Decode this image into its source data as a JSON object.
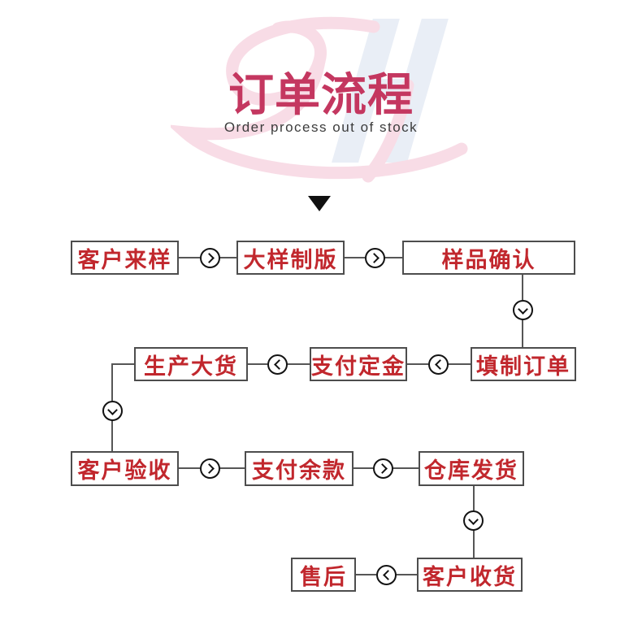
{
  "header": {
    "title": "订单流程",
    "subtitle": "Order process out of stock",
    "watermark_monogram": "LH",
    "colors": {
      "title": "#c43760",
      "subtitle": "#3c3c3c",
      "watermark_pink": "#f8dce6",
      "watermark_blue": "#e9eef6",
      "pointer": "#101010"
    }
  },
  "flow": {
    "colors": {
      "node_text": "#c1272d",
      "node_border": "#4d4d4d",
      "line": "#565656",
      "connector_ring": "#131313"
    },
    "nodes": [
      {
        "id": "customer-sample",
        "label": "客户来样"
      },
      {
        "id": "sample-plate-making",
        "label": "大样制版"
      },
      {
        "id": "sample-confirmation",
        "label": "样品确认"
      },
      {
        "id": "bulk-production",
        "label": "生产大货"
      },
      {
        "id": "pay-deposit",
        "label": "支付定金"
      },
      {
        "id": "fill-order",
        "label": "填制订单"
      },
      {
        "id": "customer-acceptance",
        "label": "客户验收"
      },
      {
        "id": "pay-balance",
        "label": "支付余款"
      },
      {
        "id": "warehouse-shipping",
        "label": "仓库发货"
      },
      {
        "id": "after-sales",
        "label": "售后"
      },
      {
        "id": "customer-receiving",
        "label": "客户收货"
      }
    ],
    "connectors": [
      {
        "from": "customer-sample",
        "to": "sample-plate-making",
        "direction": "right"
      },
      {
        "from": "sample-plate-making",
        "to": "sample-confirmation",
        "direction": "right"
      },
      {
        "from": "sample-confirmation",
        "to": "fill-order",
        "direction": "down"
      },
      {
        "from": "fill-order",
        "to": "pay-deposit",
        "direction": "left"
      },
      {
        "from": "pay-deposit",
        "to": "bulk-production",
        "direction": "left"
      },
      {
        "from": "bulk-production",
        "to": "customer-acceptance",
        "direction": "down"
      },
      {
        "from": "customer-acceptance",
        "to": "pay-balance",
        "direction": "right"
      },
      {
        "from": "pay-balance",
        "to": "warehouse-shipping",
        "direction": "right"
      },
      {
        "from": "warehouse-shipping",
        "to": "customer-receiving",
        "direction": "down"
      },
      {
        "from": "customer-receiving",
        "to": "after-sales",
        "direction": "left"
      }
    ]
  }
}
